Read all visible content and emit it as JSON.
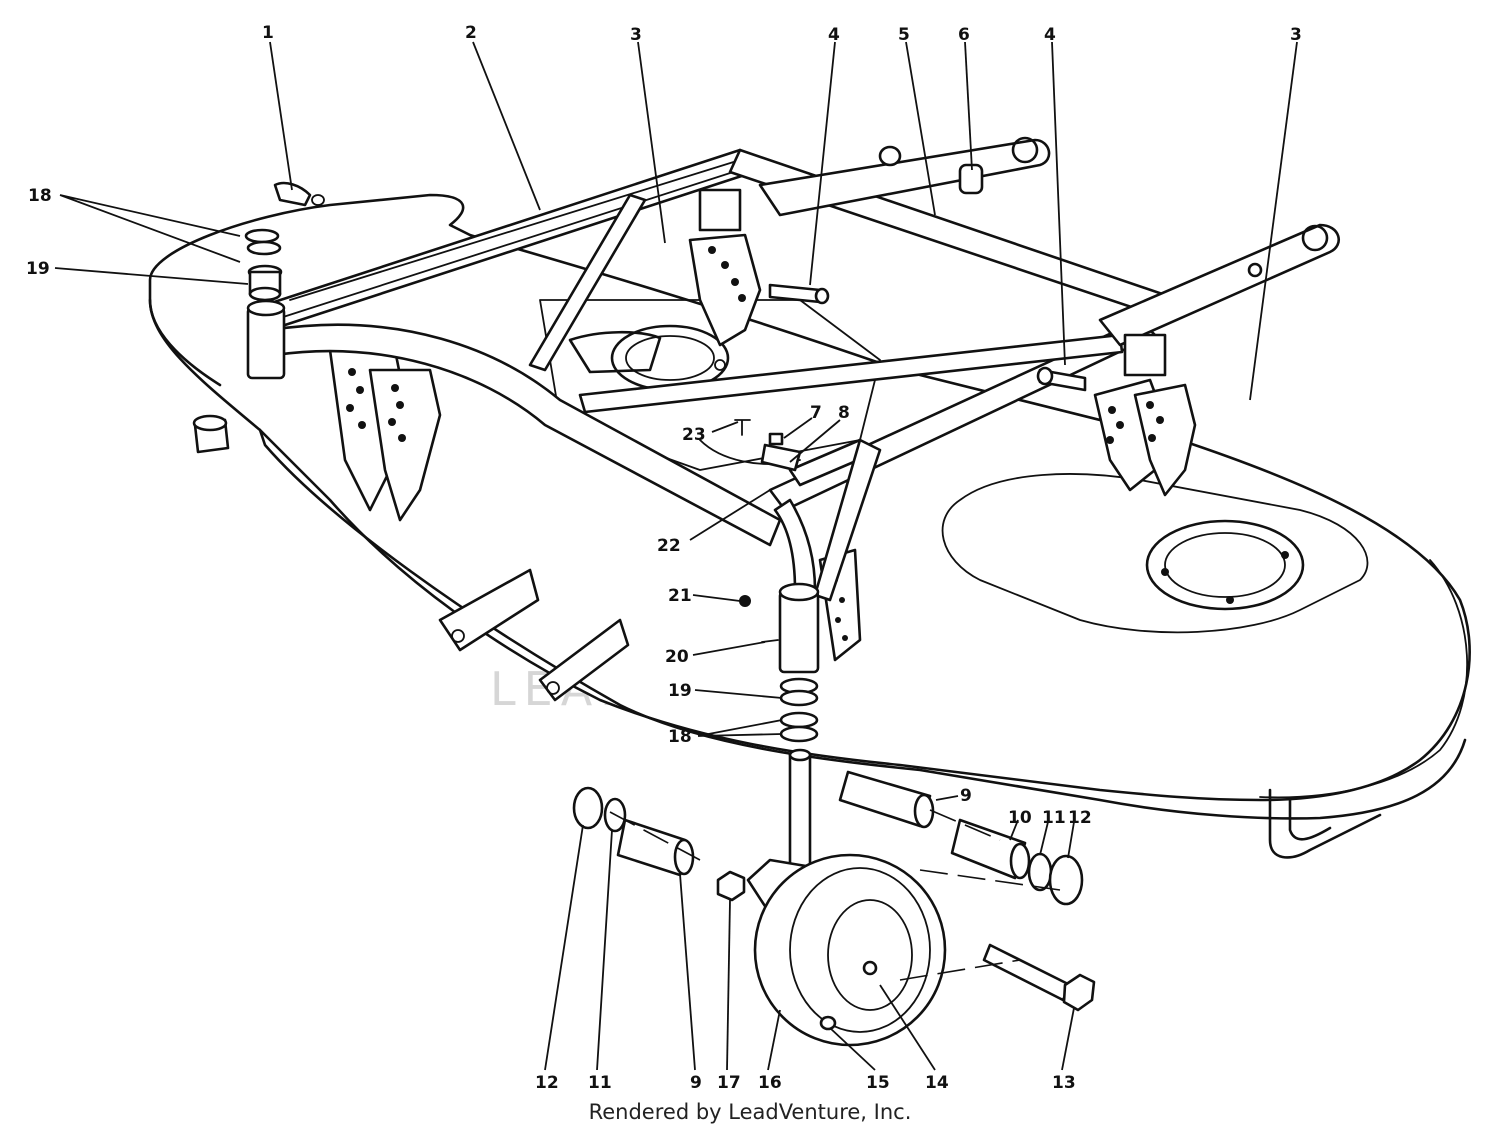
{
  "watermark": "LEADVENTURE",
  "footer": "Rendered by LeadVenture, Inc.",
  "callouts": [
    {
      "id": "c1",
      "label": "1"
    },
    {
      "id": "c2",
      "label": "2"
    },
    {
      "id": "c3a",
      "label": "3"
    },
    {
      "id": "c4a",
      "label": "4"
    },
    {
      "id": "c5",
      "label": "5"
    },
    {
      "id": "c6",
      "label": "6"
    },
    {
      "id": "c4b",
      "label": "4"
    },
    {
      "id": "c3b",
      "label": "3"
    },
    {
      "id": "c18a",
      "label": "18"
    },
    {
      "id": "c19a",
      "label": "19"
    },
    {
      "id": "c23",
      "label": "23"
    },
    {
      "id": "c7",
      "label": "7"
    },
    {
      "id": "c8",
      "label": "8"
    },
    {
      "id": "c22",
      "label": "22"
    },
    {
      "id": "c21",
      "label": "21"
    },
    {
      "id": "c20",
      "label": "20"
    },
    {
      "id": "c19b",
      "label": "19"
    },
    {
      "id": "c18b",
      "label": "18"
    },
    {
      "id": "c9a",
      "label": "9"
    },
    {
      "id": "c10",
      "label": "10"
    },
    {
      "id": "c11a",
      "label": "11"
    },
    {
      "id": "c12a",
      "label": "12"
    },
    {
      "id": "c12b",
      "label": "12"
    },
    {
      "id": "c11b",
      "label": "11"
    },
    {
      "id": "c9b",
      "label": "9"
    },
    {
      "id": "c17",
      "label": "17"
    },
    {
      "id": "c16",
      "label": "16"
    },
    {
      "id": "c15",
      "label": "15"
    },
    {
      "id": "c14",
      "label": "14"
    },
    {
      "id": "c13",
      "label": "13"
    }
  ]
}
